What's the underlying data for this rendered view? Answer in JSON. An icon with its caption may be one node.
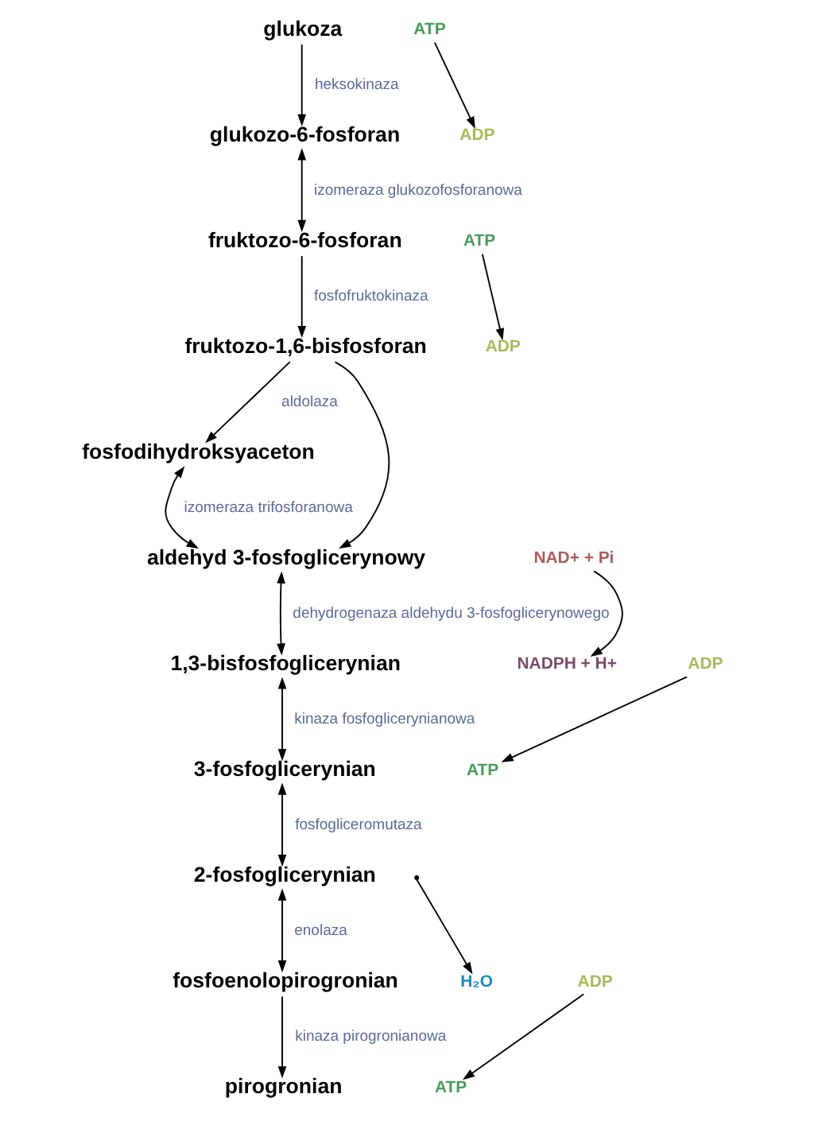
{
  "diagram": {
    "nodes": [
      {
        "text": [
          "glukoza"
        ]
      },
      {
        "text": [
          "glukozo-6-fosforan"
        ]
      },
      {
        "text": [
          "fruktozo-6-fosforan"
        ]
      },
      {
        "text": [
          "fruktozo-1,6-bisfosforan"
        ]
      },
      {
        "text": [
          "fosfodihydroksyaceton"
        ]
      },
      {
        "text": [
          "aldehyd 3-fosfoglicerynowy"
        ]
      },
      {
        "text": [
          "1,3-bisfosfoglicerynian"
        ]
      },
      {
        "text": [
          "3-fosfoglicerynian"
        ]
      },
      {
        "text": [
          "2-fosfoglicerynian"
        ]
      },
      {
        "text": [
          "fosfoenolopirogronian"
        ]
      },
      {
        "text": [
          "pirogronian"
        ]
      },
      {
        "text": [
          "ATP"
        ]
      },
      {
        "text": [
          "ADP"
        ]
      },
      {
        "text": [
          "ATP"
        ]
      },
      {
        "text": [
          "ADP"
        ]
      },
      {
        "text": [
          "NAD+ + Pi"
        ]
      },
      {
        "text": [
          "NADPH + H+"
        ]
      },
      {
        "text": [
          "ADP"
        ]
      },
      {
        "text": [
          "ATP"
        ]
      },
      {
        "text": [
          "H₂O"
        ]
      },
      {
        "text": [
          "ADP"
        ]
      },
      {
        "text": [
          "ATP"
        ]
      }
    ],
    "edges": [
      {
        "from": 0,
        "to": 1,
        "arrow": "to",
        "label": "heksokinaza"
      },
      {
        "from": 11,
        "to": 12,
        "arrow": "to"
      },
      {
        "from": 1,
        "to": 2,
        "arrow": "both",
        "label": "izomeraza glukozofosforanowa"
      },
      {
        "from": 2,
        "to": 3,
        "arrow": "to",
        "label": "fosfofruktokinaza"
      },
      {
        "from": 13,
        "to": 14,
        "arrow": "to"
      },
      {
        "from": 3,
        "to": 4,
        "arrow": "to",
        "label": "aldolaza"
      },
      {
        "from": 3,
        "to": 5,
        "arrow": "to"
      },
      {
        "from": 4,
        "to": 5,
        "arrow": "both",
        "label": "izomeraza trifosforanowa"
      },
      {
        "from": 5,
        "to": 6,
        "arrow": "both",
        "label": "dehydrogenaza aldehydu 3-fosfoglicerynowego"
      },
      {
        "from": 15,
        "to": 16,
        "arrow": "to"
      },
      {
        "from": 6,
        "to": 7,
        "arrow": "both",
        "label": "kinaza fosfoglicerynianowa"
      },
      {
        "from": 17,
        "to": 18,
        "arrow": "to"
      },
      {
        "from": 7,
        "to": 8,
        "arrow": "both",
        "label": "fosfogliceromutaza"
      },
      {
        "from": 8,
        "to": 9,
        "arrow": "both",
        "label": "enolaza"
      },
      {
        "from": null,
        "to": 19,
        "arrow": "to"
      },
      {
        "from": 9,
        "to": 10,
        "arrow": "to",
        "label": "kinaza pirogronianowa"
      },
      {
        "from": 20,
        "to": 21,
        "arrow": "to"
      }
    ]
  }
}
